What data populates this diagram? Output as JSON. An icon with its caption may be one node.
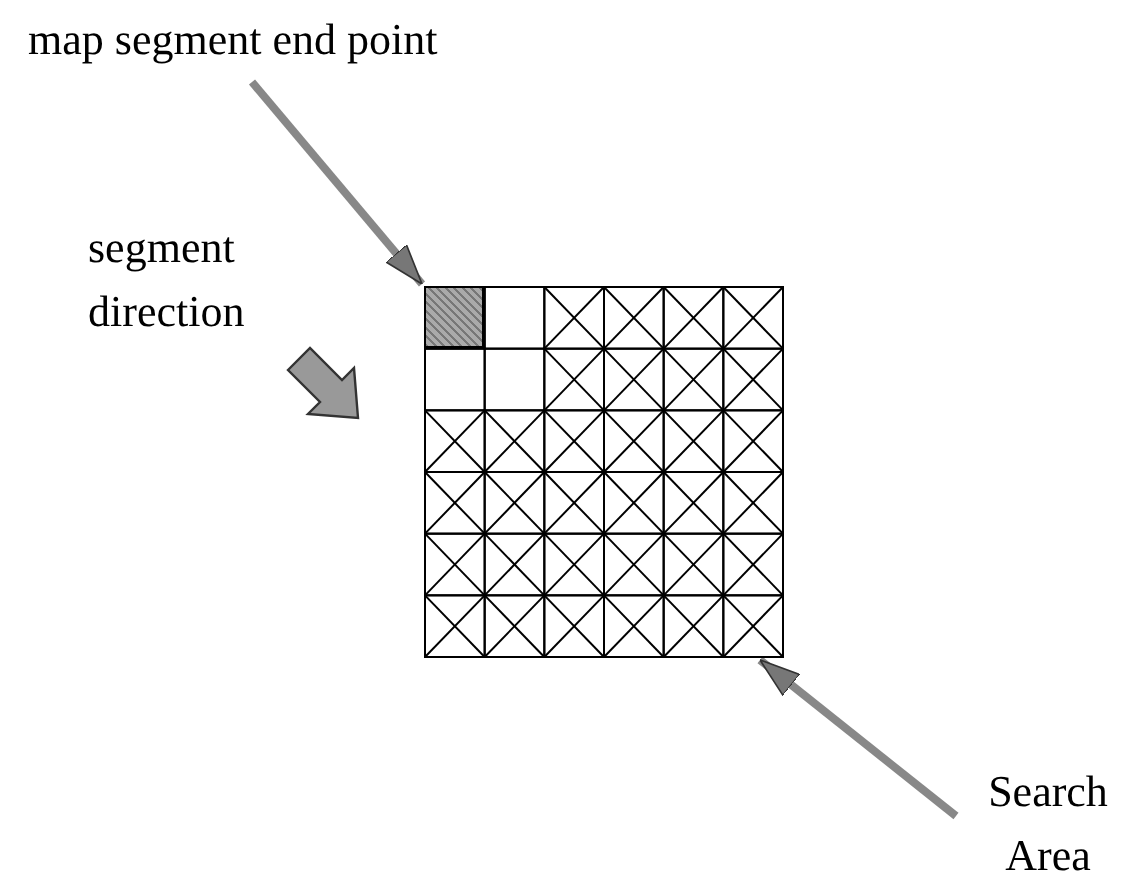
{
  "diagram": {
    "nodes": [
      {
        "text": [
          "map segment end point"
        ]
      },
      {
        "text": [],
        "shape": "box"
      },
      {
        "text": [],
        "shape": "box",
        "in": 1
      },
      {
        "text": [
          "Search Area"
        ]
      }
    ],
    "edges": [
      {
        "from": 0,
        "to": 2,
        "arrow": "to"
      },
      {
        "from": 3,
        "to": 1,
        "arrow": "to"
      }
    ],
    "labels": [
      "segment direction"
    ]
  }
}
